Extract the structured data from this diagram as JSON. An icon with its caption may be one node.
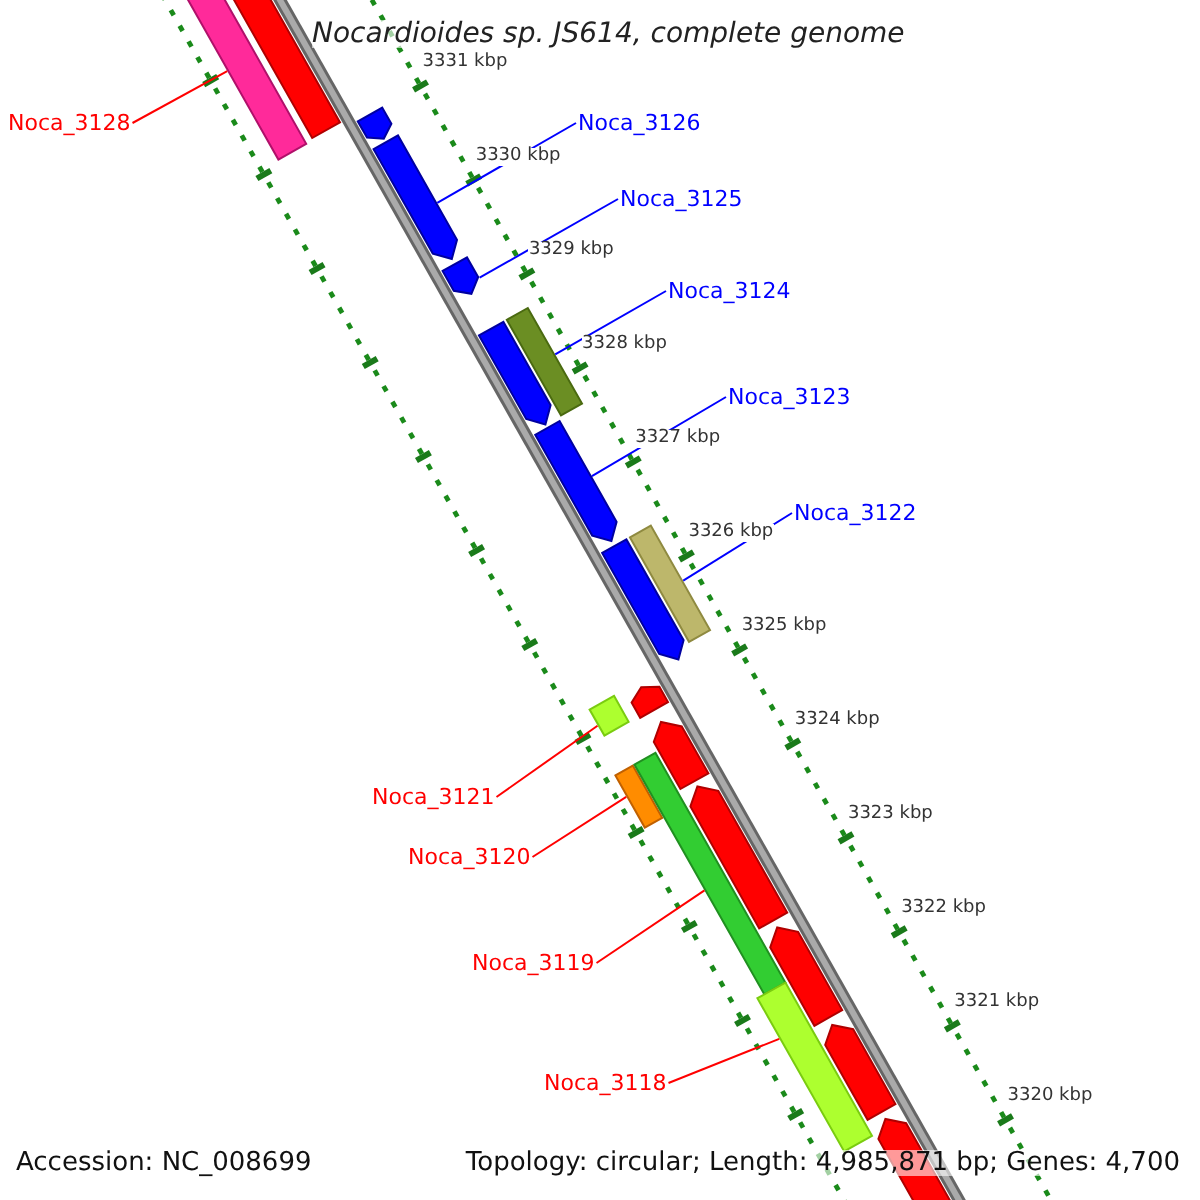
{
  "diagram": {
    "title": "Nocardioides sp. JS614, complete genome",
    "nodes": [
      {
        "text": [
          "Noca_3128"
        ]
      },
      {
        "text": [],
        "shape": "bar"
      },
      {
        "text": [
          "Noca_3126"
        ]
      },
      {
        "text": [],
        "shape": "bar"
      },
      {
        "text": [
          "Noca_3125"
        ]
      },
      {
        "text": [],
        "shape": "bar"
      },
      {
        "text": [
          "Noca_3124"
        ]
      },
      {
        "text": [],
        "shape": "bar"
      },
      {
        "text": [
          "Noca_3123"
        ]
      },
      {
        "text": [],
        "shape": "bar"
      },
      {
        "text": [
          "Noca_3122"
        ]
      },
      {
        "text": [],
        "shape": "bar"
      },
      {
        "text": [
          "Noca_3121"
        ]
      },
      {
        "text": [],
        "shape": "bar"
      },
      {
        "text": [
          "Noca_3120"
        ]
      },
      {
        "text": [],
        "shape": "bar"
      },
      {
        "text": [
          "Noca_3119"
        ]
      },
      {
        "text": [],
        "shape": "bar"
      },
      {
        "text": [
          "Noca_3118"
        ]
      },
      {
        "text": [],
        "shape": "bar"
      },
      {
        "text": [],
        "shape": "bar"
      },
      {
        "text": [],
        "shape": "bar"
      },
      {
        "text": [],
        "shape": "bar"
      },
      {
        "text": [],
        "shape": "bar"
      },
      {
        "text": [],
        "shape": "bar"
      },
      {
        "text": [],
        "shape": "bar"
      },
      {
        "text": [],
        "shape": "bar"
      },
      {
        "text": [],
        "shape": "bar"
      },
      {
        "text": [],
        "shape": "bar"
      },
      {
        "text": [],
        "shape": "bar"
      }
    ],
    "edges": [
      {
        "from": 0,
        "to": 1,
        "arrow": "none",
        "color": "#ff0000"
      },
      {
        "from": 2,
        "to": 3,
        "arrow": "none",
        "color": "#0000ff"
      },
      {
        "from": 4,
        "to": 5,
        "arrow": "none",
        "color": "#0000ff"
      },
      {
        "from": 6,
        "to": 7,
        "arrow": "none",
        "color": "#0000ff"
      },
      {
        "from": 8,
        "to": 9,
        "arrow": "none",
        "color": "#0000ff"
      },
      {
        "from": 10,
        "to": 11,
        "arrow": "none",
        "color": "#0000ff"
      },
      {
        "from": 12,
        "to": 13,
        "arrow": "none",
        "color": "#ff0000"
      },
      {
        "from": 14,
        "to": 15,
        "arrow": "none",
        "color": "#ff0000"
      },
      {
        "from": 16,
        "to": 17,
        "arrow": "none",
        "color": "#ff0000"
      },
      {
        "from": 18,
        "to": 19,
        "arrow": "none",
        "color": "#ff0000"
      }
    ],
    "labels": [
      "3331 kbp",
      "3330 kbp",
      "3329 kbp",
      "3328 kbp",
      "3327 kbp",
      "3326 kbp",
      "3325 kbp",
      "3324 kbp",
      "3323 kbp",
      "3322 kbp",
      "3321 kbp",
      "3320 kbp",
      "Accession: NC_008699",
      "Topology: circular; Length: 4,985,871 bp; Genes: 4,700"
    ]
  }
}
